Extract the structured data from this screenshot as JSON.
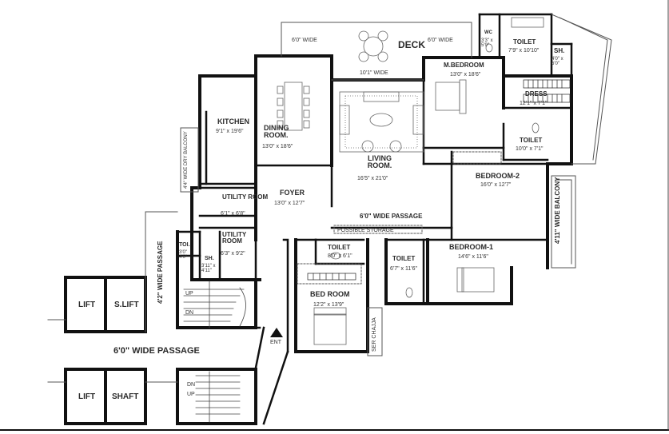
{
  "rooms": {
    "deck": {
      "name": "DECK",
      "left_width": "6'0\" WIDE",
      "right_width": "6'0\" WIDE",
      "bottom_width": "10'1\" WIDE"
    },
    "master_bedroom": {
      "name": "M.BEDROOM",
      "size": "13'0\" x 18'6\""
    },
    "master_toilet": {
      "name": "TOILET",
      "size": "7'9\" x 10'10\""
    },
    "wc": {
      "name": "WC",
      "size": "3'3\" x 5'9\""
    },
    "master_shower": {
      "name": "SH.",
      "size": "4'0\" x 6'0\""
    },
    "dress": {
      "name": "DRESS",
      "size": "12'1\" x 7'1\""
    },
    "toilet_2": {
      "name": "TOILET",
      "size": "10'0\" x 7'1\""
    },
    "kitchen": {
      "name": "KITCHEN",
      "size": "9'1\" x 19'6\""
    },
    "dry_balcony": {
      "name": "4'4\" WIDE DRY BALCONY"
    },
    "dining": {
      "name": "DINING ROOM.",
      "size": "13'0\" x 18'6\""
    },
    "living": {
      "name": "LIVING ROOM.",
      "size": "16'5\" x 21'0\""
    },
    "bedroom_2": {
      "name": "BEDROOM-2",
      "size": "16'0\" x 12'7\""
    },
    "balcony": {
      "name": "4'11\" WIDE BALCONY"
    },
    "utility_1": {
      "name": "UTILITY ROOM",
      "size": "6'1\" x 6'8\""
    },
    "utility_2": {
      "name": "UTILITY ROOM",
      "size": "6'3\" x 9'2\""
    },
    "foyer": {
      "name": "FOYER",
      "size": "13'0\" x 12'7\""
    },
    "wide_passage_inner": {
      "name": "6'0\" WIDE PASSAGE"
    },
    "possible_storage": {
      "name": "POSSIBLE STORAGE"
    },
    "toi": {
      "name": "TOI.",
      "size": "3'0\" 4'0\""
    },
    "sh_small": {
      "name": "SH.",
      "size": "3'11\" x 4'11\""
    },
    "toilet_3": {
      "name": "TOILET",
      "size": "8'0\" x 6'1\""
    },
    "toilet_4": {
      "name": "TOILET",
      "size": "6'7\" x 11'6\""
    },
    "bedroom_1": {
      "name": "BEDROOM-1",
      "size": "14'6\" x 11'6\""
    },
    "bed_room": {
      "name": "BED ROOM",
      "size": "12'2\" x 13'9\""
    },
    "ser_chajja": {
      "name": "SER CHAJJA"
    },
    "passage_42": {
      "name": "4'2\" WIDE PASSAGE"
    },
    "lift_1": {
      "name": "LIFT"
    },
    "service_lift": {
      "name": "S.LIFT"
    },
    "wide_passage_outer": {
      "name": "6'0\" WIDE PASSAGE"
    },
    "lift_2": {
      "name": "LIFT"
    },
    "shaft": {
      "name": "SHAFT"
    }
  },
  "stairs": {
    "up_top": "UP",
    "dn_top": "DN",
    "dn_bottom": "DN",
    "up_bottom": "UP"
  },
  "entry": {
    "label": "ENT"
  }
}
